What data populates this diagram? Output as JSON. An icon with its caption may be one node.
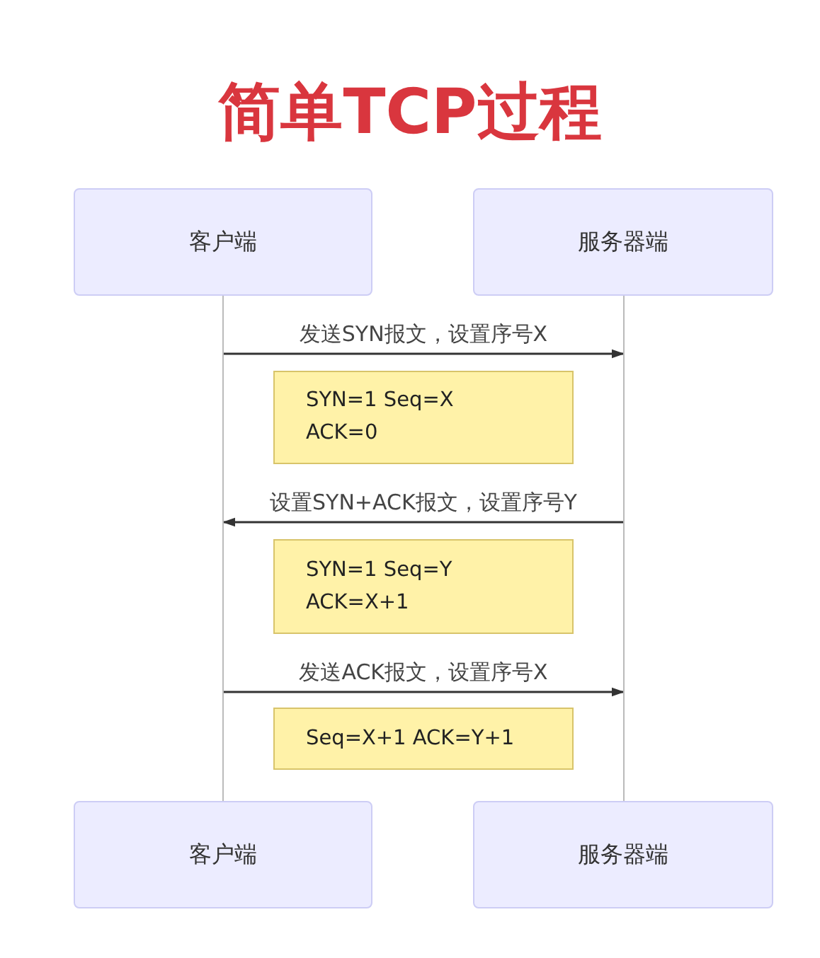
{
  "diagram": {
    "title": "简单TCP过程",
    "nodes": [
      {
        "text": [
          "客户端"
        ]
      },
      {
        "text": [
          "服务器端"
        ]
      },
      {
        "text": [
          "SYN=1 Seq=X",
          "ACK=0"
        ]
      },
      {
        "text": [
          "SYN=1 Seq=Y",
          "ACK=X+1"
        ]
      },
      {
        "text": [
          "Seq=X+1 ACK=Y+1"
        ]
      },
      {
        "text": [
          "客户端"
        ]
      },
      {
        "text": [
          "服务器端"
        ]
      },
      {
        "text": [],
        "shape": "bar"
      },
      {
        "text": [],
        "shape": "bar"
      }
    ],
    "edges": [
      {
        "from": 7,
        "to": 8,
        "arrow": "to",
        "label": "发送SYN报文，设置序号X"
      },
      {
        "from": 8,
        "to": 7,
        "arrow": "to",
        "label": "设置SYN+ACK报文，设置序号Y"
      },
      {
        "from": 7,
        "to": 8,
        "arrow": "to",
        "label": "发送ACK报文，设置序号X"
      }
    ]
  }
}
